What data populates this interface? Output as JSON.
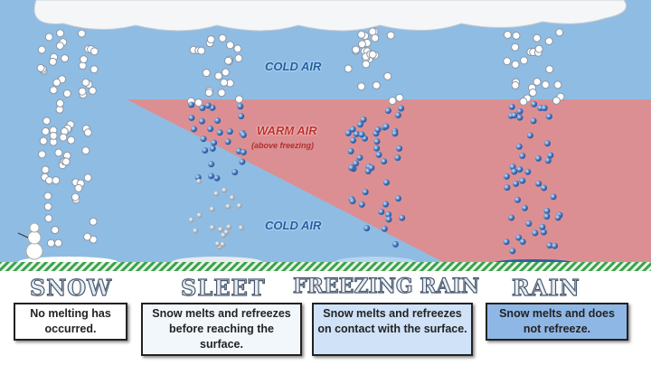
{
  "air_layers": {
    "cold_top": "COLD AIR",
    "warm": "WARM AIR",
    "warm_sub": "(above freezing)",
    "cold_bottom": "COLD AIR"
  },
  "types": [
    {
      "title": "SNOW",
      "description": "No melting has occurred."
    },
    {
      "title": "SLEET",
      "description": "Snow melts and refreezes before reaching the surface."
    },
    {
      "title": "FREEZING RAIN",
      "description": "Snow melts and refreezes on contact with the surface."
    },
    {
      "title": "RAIN",
      "description": "Snow melts and does not refreeze."
    }
  ],
  "colors": {
    "sky": "#8fbce3",
    "warm_air": "#dc8f92",
    "ground": "#4caf50",
    "box_snow": "#ffffff",
    "box_sleet": "#f2f7fc",
    "box_freezing": "#cfe2f7",
    "box_rain": "#8fb7e6"
  }
}
